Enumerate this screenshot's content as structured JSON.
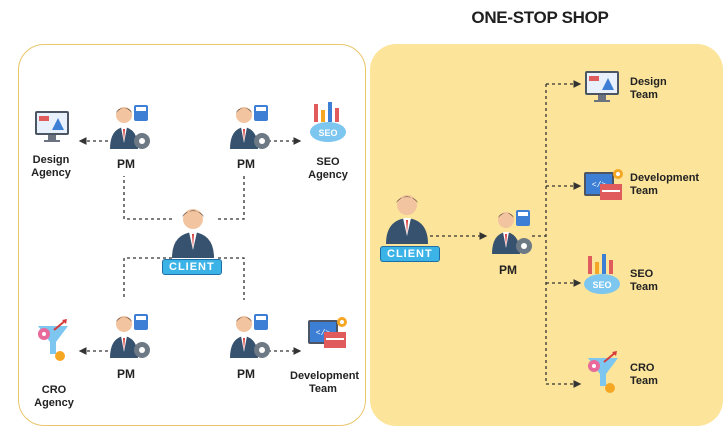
{
  "title": "ONE-STOP SHOP",
  "left": {
    "client_label": "CLIENT",
    "pm_label": "PM",
    "design": "Design\nAgency",
    "seo": "SEO\nAgency",
    "cro": "CRO\nAgency",
    "dev": "Development\nTeam"
  },
  "right": {
    "client_label": "CLIENT",
    "pm_label": "PM",
    "teams": [
      "Design\nTeam",
      "Development\nTeam",
      "SEO\nTeam",
      "CRO\nTeam"
    ]
  },
  "colors": {
    "panel_fill": "#fce49a",
    "panel_border": "#e9c66a",
    "client_tag": "#3bb3e6",
    "suit": "#37526e",
    "tie": "#d73b3b",
    "blue_doc": "#3e7fd6",
    "gear": "#6d7a86"
  }
}
